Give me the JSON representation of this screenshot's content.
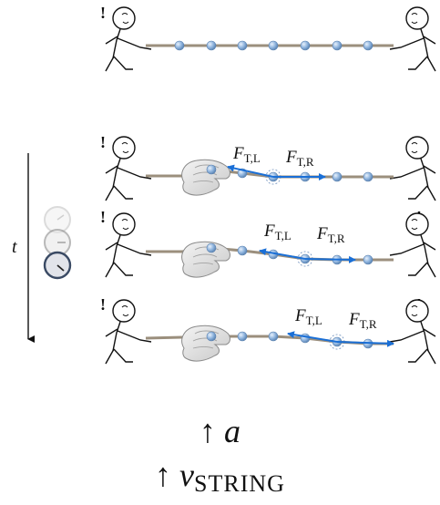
{
  "time_label": "t",
  "force_left": {
    "main": "F",
    "sub": "T,L"
  },
  "force_right": {
    "main": "F",
    "sub": "T,R"
  },
  "exclamation": "!",
  "result_arrow": "↑",
  "result_accel": "a",
  "result_velocity": {
    "main": "v",
    "sub": "STRING"
  },
  "colors": {
    "rope": "#9b8f7d",
    "bead": "#7ea6d6",
    "force_arrow": "#1a6fd6",
    "ink": "#111111"
  }
}
